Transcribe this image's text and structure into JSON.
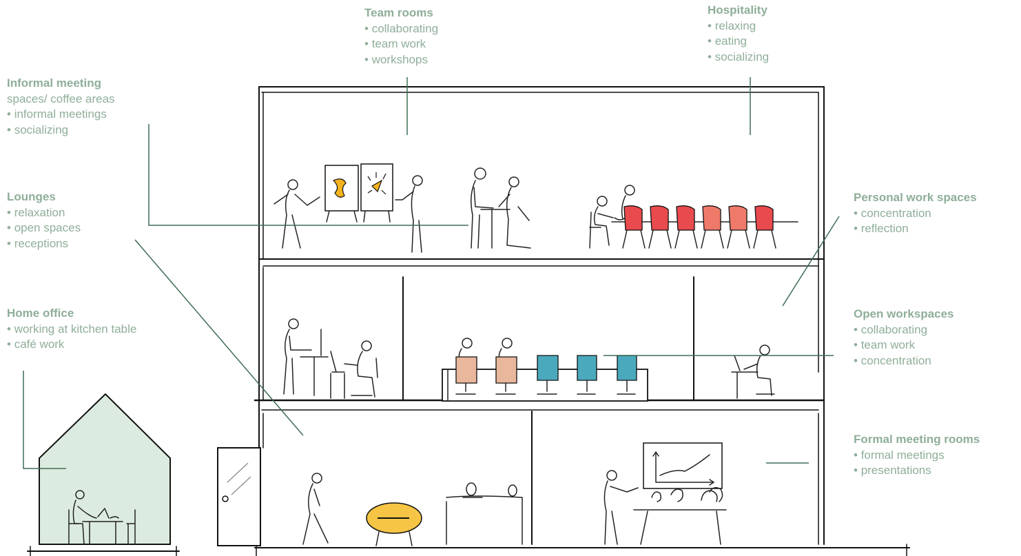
{
  "labels": {
    "team_rooms": {
      "title": "Team rooms",
      "items": [
        "collaborating",
        "team work",
        "workshops"
      ]
    },
    "hospitality": {
      "title": "Hospitality",
      "items": [
        "relaxing",
        "eating",
        "socializing"
      ]
    },
    "informal": {
      "title": "Informal meeting",
      "subtitle": "spaces/ coffee areas",
      "items": [
        "informal meetings",
        "socializing"
      ]
    },
    "lounges": {
      "title": "Lounges",
      "items": [
        "relaxation",
        "open spaces",
        "receptions"
      ]
    },
    "home_office": {
      "title": "Home office",
      "items": [
        "working at kitchen table",
        "café work"
      ]
    },
    "personal": {
      "title": "Personal work spaces",
      "items": [
        "concentration",
        "reflection"
      ]
    },
    "open_ws": {
      "title": "Open workspaces",
      "items": [
        "collaborating",
        "team work",
        "concentration"
      ]
    },
    "formal": {
      "title": "Formal meeting rooms",
      "items": [
        "formal meetings",
        "presentations"
      ]
    }
  },
  "colors": {
    "label_text": "#8fae99",
    "leader_line": "#3e6d55",
    "house_fill": "#dcebdf",
    "red_chair": "#e84a4d",
    "salmon_chair": "#ef7a6a",
    "peach_chair": "#e8b79c",
    "teal_chair": "#4ba9bd",
    "yellow_table": "#f6c545",
    "sticky_note": "#f3b21f"
  },
  "icons": [
    "whiteboard-icon",
    "rising-chart-icon",
    "person-icon",
    "chair-icon",
    "laptop-icon",
    "door-icon"
  ]
}
